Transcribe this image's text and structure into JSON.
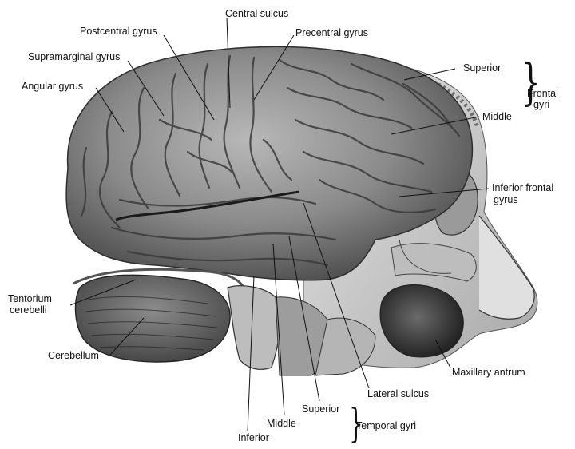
{
  "labels": {
    "central_sulcus": "Central sulcus",
    "postcentral_gyrus": "Postcentral gyrus",
    "precentral_gyrus": "Precentral gyrus",
    "supramarginal_gyrus": "Supramarginal gyrus",
    "angular_gyrus": "Angular gyrus",
    "frontal_superior": "Superior",
    "frontal_gyri_1": "Frontal",
    "frontal_gyri_2": "gyri",
    "frontal_middle": "Middle",
    "inferior_frontal_1": "Inferior frontal",
    "inferior_frontal_2": "gyrus",
    "tentorium_1": "Tentorium",
    "tentorium_2": "cerebelli",
    "cerebellum": "Cerebellum",
    "maxillary_antrum": "Maxillary antrum",
    "lateral_sulcus": "Lateral sulcus",
    "temporal_superior": "Superior",
    "temporal_middle": "Middle",
    "temporal_inferior": "Inferior",
    "temporal_gyri": "Temporal gyri"
  },
  "colors": {
    "brain_light": "#c9c9c9",
    "brain_mid": "#8e8e8e",
    "brain_dark": "#3a3a3a",
    "leader_line": "#111111"
  }
}
